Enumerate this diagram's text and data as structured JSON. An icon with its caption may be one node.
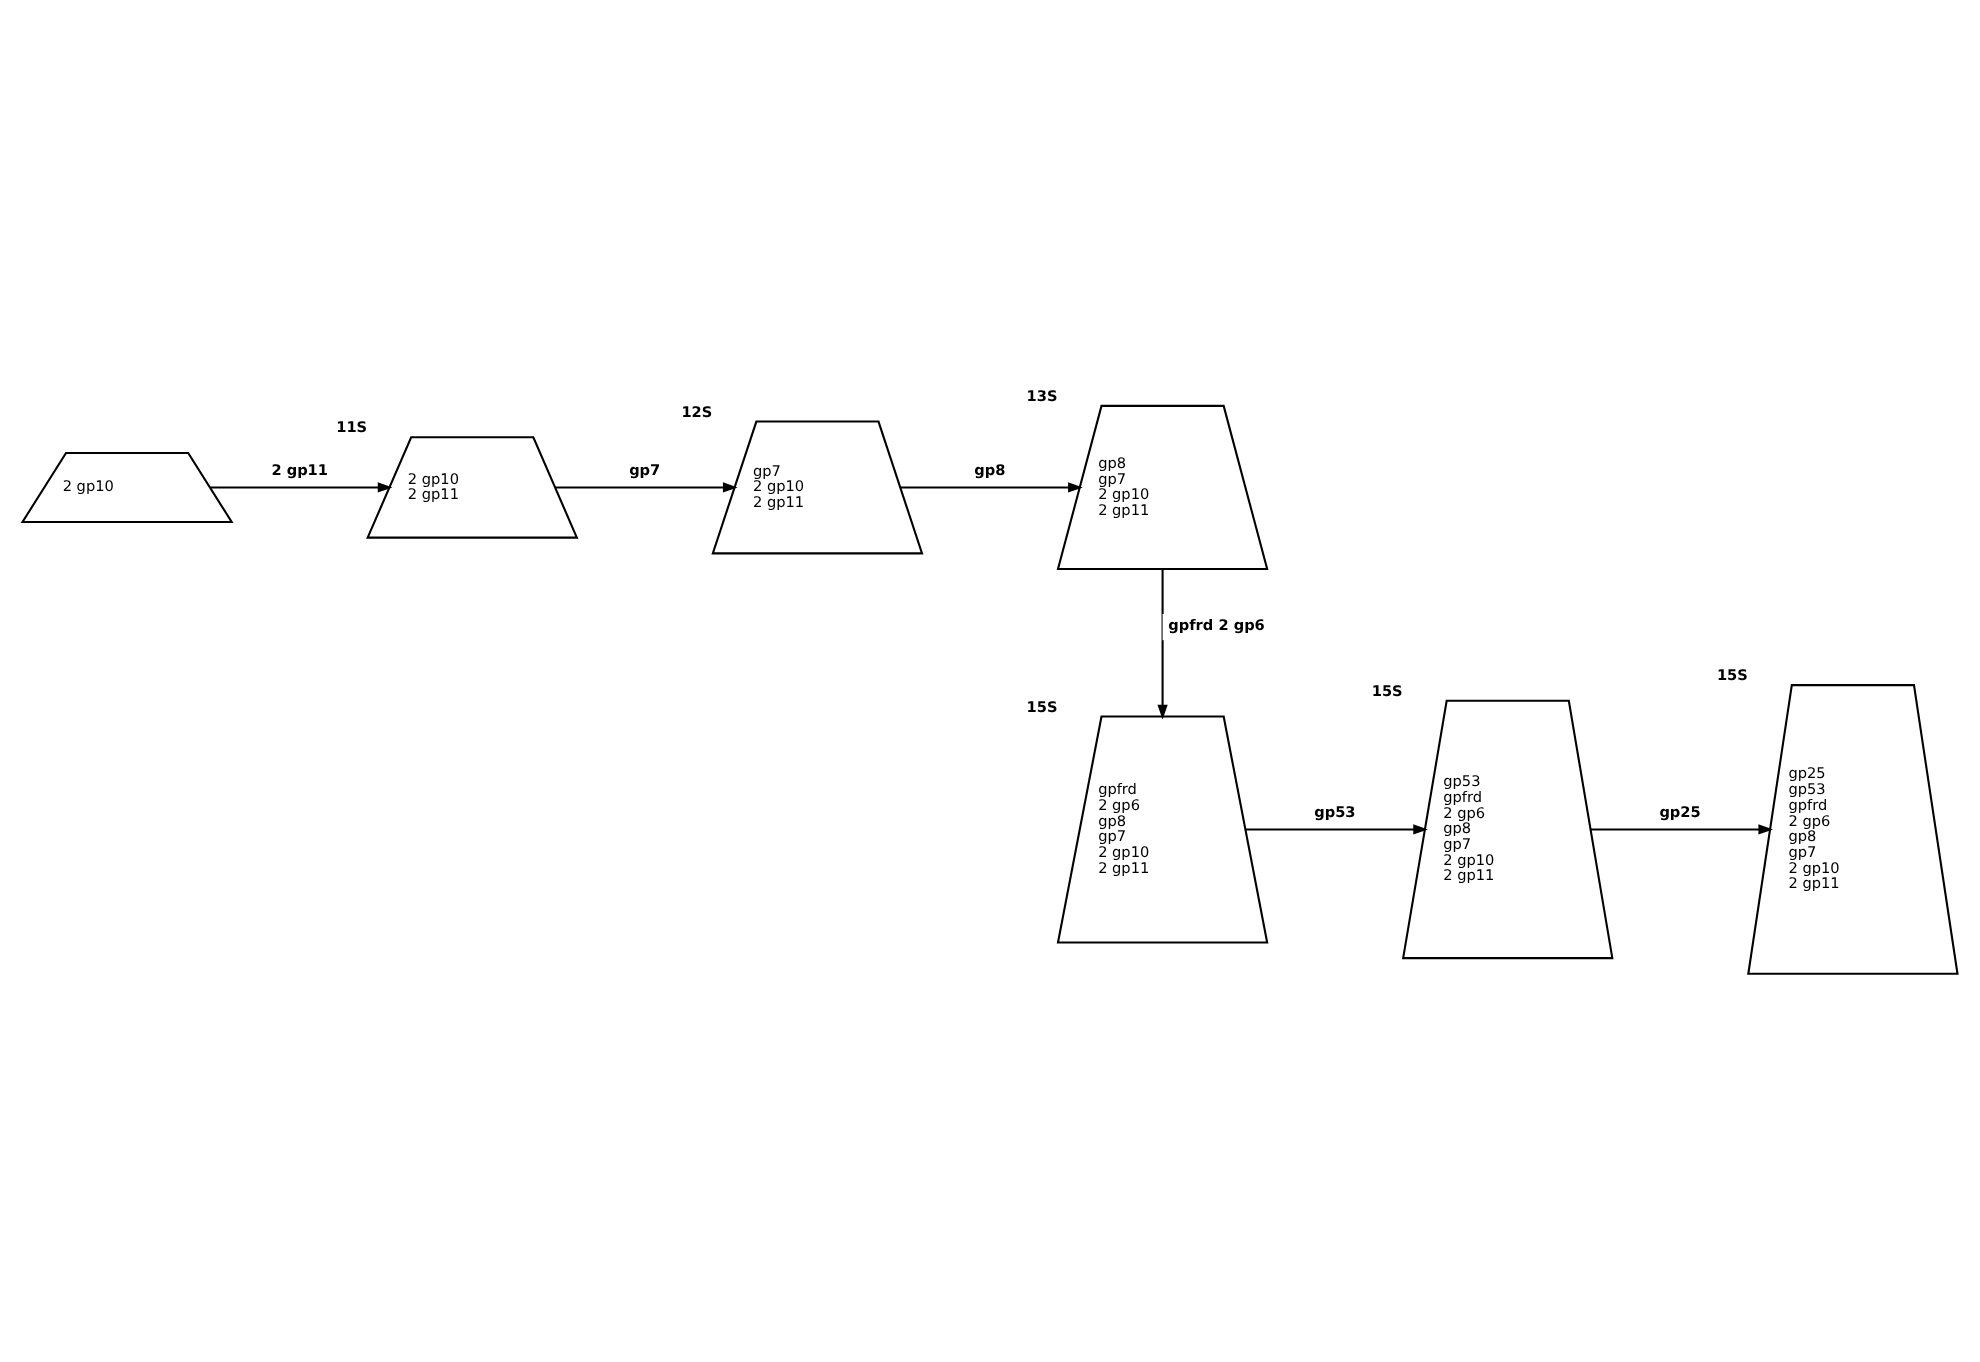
{
  "diagram": {
    "nodes": [
      {
        "text": [
          "2 gp10"
        ]
      },
      {
        "text": [
          "2 gp10",
          "2 gp11"
        ],
        "beside": [
          "11S"
        ]
      },
      {
        "text": [
          "gp7",
          "2 gp10",
          "2 gp11"
        ],
        "beside": [
          "12S"
        ]
      },
      {
        "text": [
          "gp8",
          "gp7",
          "2 gp10",
          "2 gp11"
        ],
        "beside": [
          "13S"
        ]
      },
      {
        "text": [
          "gpfrd",
          "2 gp6",
          "gp8",
          "gp7",
          "2 gp10",
          "2 gp11"
        ],
        "beside": [
          "15S"
        ]
      },
      {
        "text": [
          "gp53",
          "gpfrd",
          "2 gp6",
          "gp8",
          "gp7",
          "2 gp10",
          "2 gp11"
        ],
        "beside": [
          "15S"
        ]
      },
      {
        "text": [
          "gp25",
          "gp53",
          "gpfrd",
          "2 gp6",
          "gp8",
          "gp7",
          "2 gp10",
          "2 gp11"
        ],
        "beside": [
          "15S"
        ]
      }
    ],
    "edges": [
      {
        "from": 0,
        "to": 1,
        "arrow": "to",
        "label": "2 gp11"
      },
      {
        "from": 1,
        "to": 2,
        "arrow": "to",
        "label": "gp7"
      },
      {
        "from": 2,
        "to": 3,
        "arrow": "to",
        "label": "gp8"
      },
      {
        "from": 3,
        "to": 4,
        "arrow": "to",
        "label": "gpfrd 2 gp6"
      },
      {
        "from": 4,
        "to": 5,
        "arrow": "to",
        "label": "gp53"
      },
      {
        "from": 5,
        "to": 6,
        "arrow": "to",
        "label": "gp25"
      }
    ]
  }
}
